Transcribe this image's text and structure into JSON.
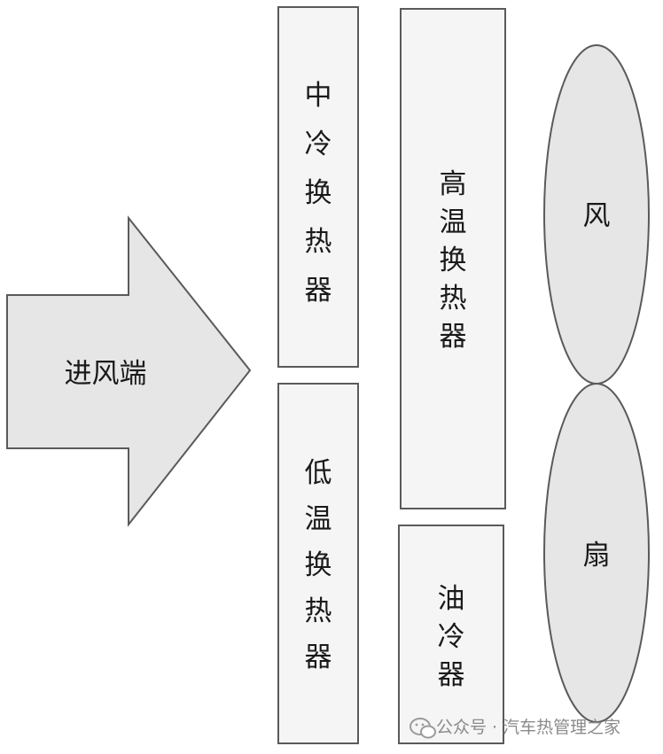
{
  "inlet": {
    "label": "进风端"
  },
  "blocks": {
    "intercooler": "中冷换热器",
    "low_temp_radiator": "低温换热器",
    "high_temp_radiator": "高温换热器",
    "oil_cooler": "油冷器"
  },
  "fan": {
    "top_label": "风",
    "bottom_label": "扇"
  },
  "watermark": {
    "text": "公众号 · 汽车热管理之家",
    "icon": "wechat-icon"
  },
  "colors": {
    "fill": "#e6e6e6",
    "block_fill": "#f5f5f5",
    "stroke": "#5a5a5a",
    "text": "#1a1a1a"
  }
}
